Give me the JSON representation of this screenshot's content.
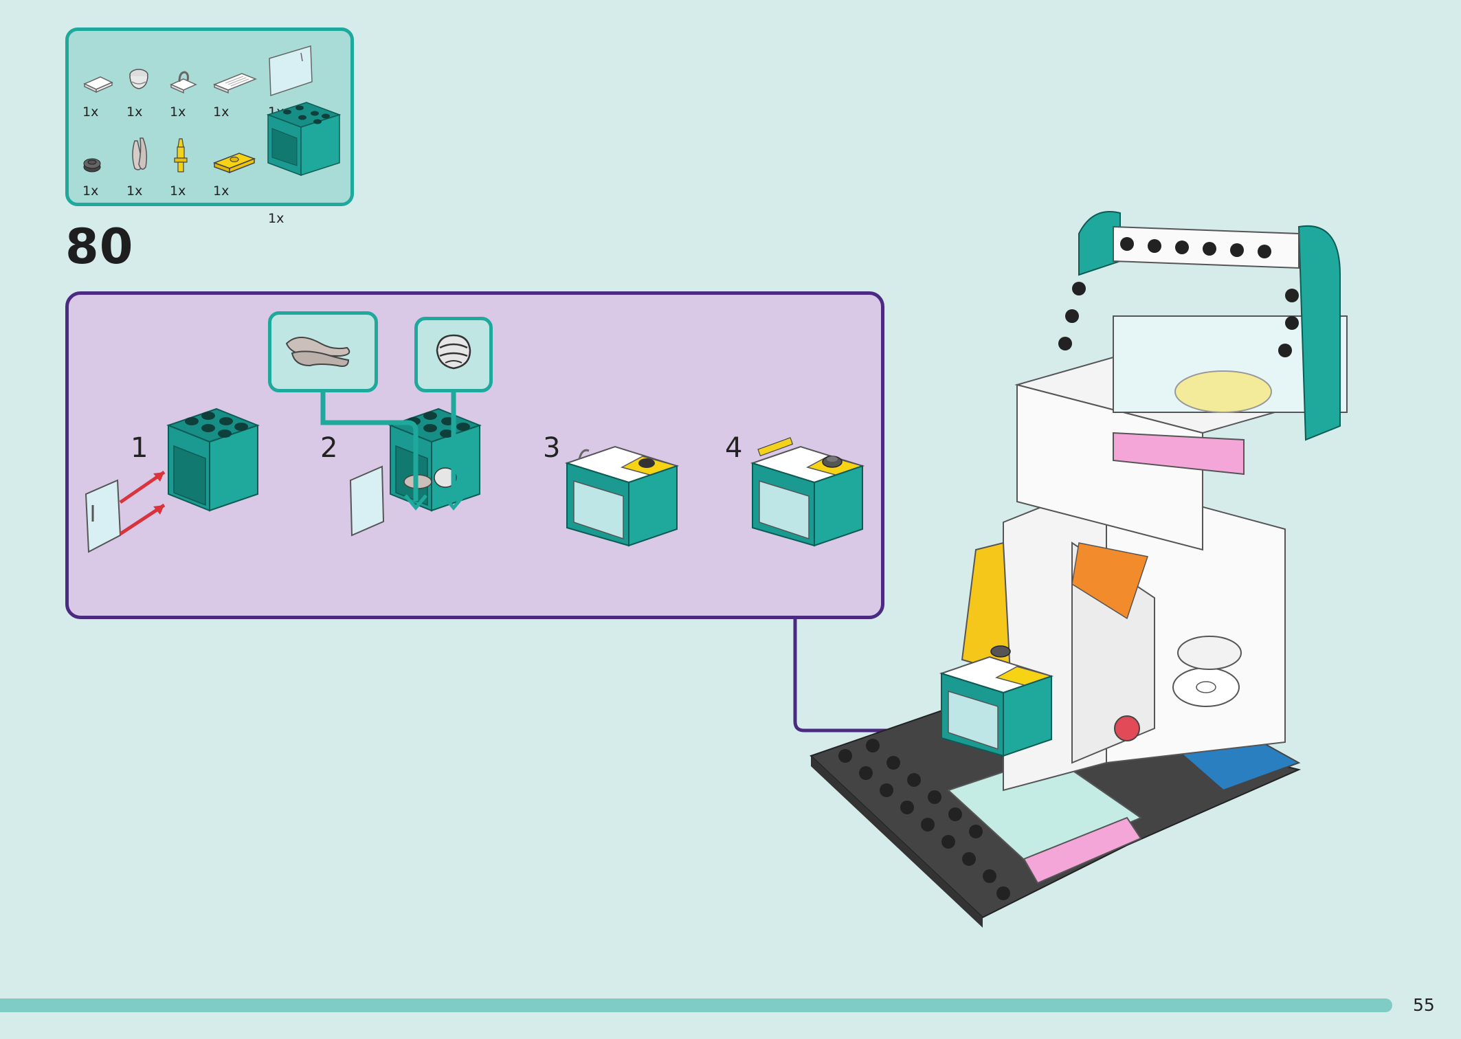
{
  "parts": [
    {
      "icon": "white-tile-icon",
      "qty": "1x"
    },
    {
      "icon": "bowl-icon",
      "qty": "1x"
    },
    {
      "icon": "clip-tile-icon",
      "qty": "1x"
    },
    {
      "icon": "grille-tile-icon",
      "qty": "1x"
    },
    {
      "icon": "glass-door-icon",
      "qty": "1x"
    },
    {
      "icon": "round-plate-icon",
      "qty": "1x"
    },
    {
      "icon": "tongs-icon",
      "qty": "1x"
    },
    {
      "icon": "yellow-tool-icon",
      "qty": "1x"
    },
    {
      "icon": "yellow-jumper-plate-icon",
      "qty": "1x"
    },
    {
      "icon": "teal-cupboard-icon",
      "qty": "1x"
    }
  ],
  "step_number": "80",
  "sub_steps": [
    "1",
    "2",
    "3",
    "4"
  ],
  "page_number": "55",
  "colors": {
    "background": "#d5eceb",
    "teal": "#1fa89c",
    "purple": "#4b2a82",
    "lilac": "#d9c9e6",
    "red_arrow": "#d9343c"
  }
}
